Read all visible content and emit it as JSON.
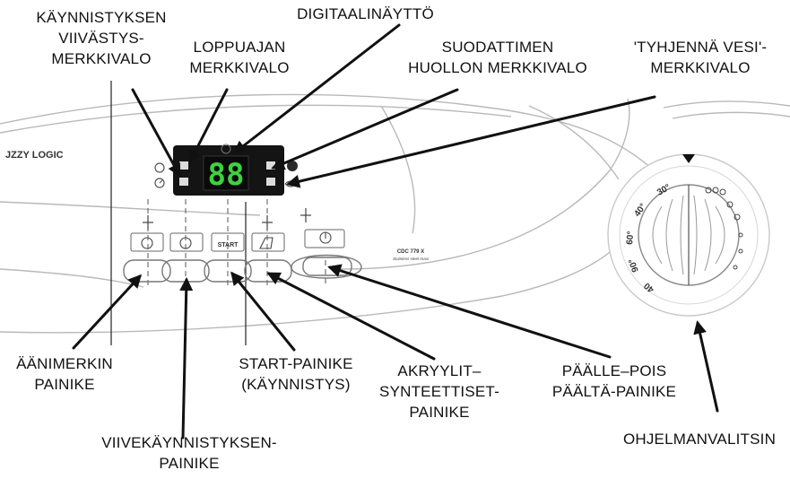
{
  "callouts": {
    "start_delay_light": [
      "KÄYNNISTYKSEN",
      "VIIVÄSTYS-",
      "MERKKIVALO"
    ],
    "end_time_light": [
      "LOPPUAJAN",
      "MERKKIVALO"
    ],
    "digital_display": [
      "DIGITAALINÄYTTÖ"
    ],
    "filter_light": [
      "SUODATTIMEN",
      "HUOLLON MERKKIVALO"
    ],
    "drain_water_light": [
      "'TYHJENNÄ VESI'-",
      "MERKKIVALO"
    ],
    "buzzer_button": [
      "ÄÄNIMERKIN",
      "PAINIKE"
    ],
    "delay_start_button": [
      "VIIVEKÄYNNISTYKSEN-",
      "PAINIKE"
    ],
    "start_button": [
      "START-PAINIKE",
      "(KÄYNNISTYS)"
    ],
    "synthetics_button": [
      "AKRYYLIT–",
      "SYNTEETTISET-",
      "PAINIKE"
    ],
    "power_button": [
      "PÄÄLLE–POIS",
      "PÄÄLTÄ-PAINIKE"
    ],
    "program_selector": [
      "OHJELMANVALITSIN"
    ]
  },
  "panel": {
    "brand": "JZZY LOGIC",
    "model": "CDC 779 X",
    "model_sub": "Stainless steel-maxi",
    "display_digits": "88",
    "start_text": "START",
    "power_symbol": "①"
  },
  "dial": {
    "temps": [
      "30°",
      "40°",
      "60°",
      "90°",
      "40"
    ]
  },
  "colors": {
    "display_digits": "#3fd13f",
    "display_bg": "#111111",
    "line": "#111111"
  },
  "icons": {
    "buzzer": "buzzer-icon",
    "delay": "clock-icon",
    "synthetics": "iron-icon",
    "power": "power-icon"
  }
}
